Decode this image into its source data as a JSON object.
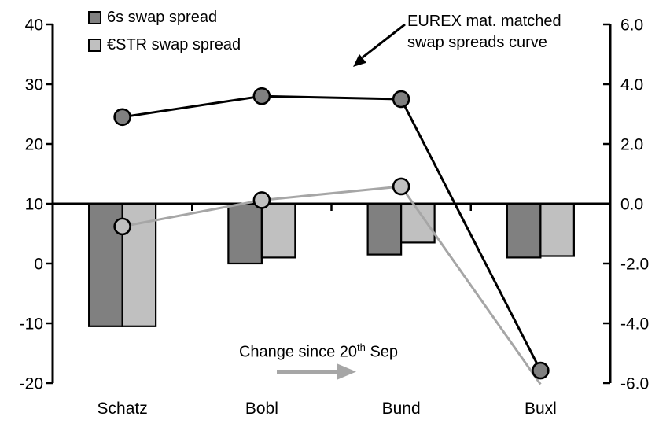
{
  "chart_data": {
    "type": "combo-line-bar",
    "categories": [
      "Schatz",
      "Bobl",
      "Bund",
      "Buxl"
    ],
    "left_axis": {
      "ticks": [
        "40",
        "30",
        "20",
        "10",
        "0",
        "-10",
        "-20"
      ],
      "min": -20,
      "max": 40
    },
    "right_axis": {
      "ticks": [
        "6.0",
        "4.0",
        "2.0",
        "0.0",
        "-2.0",
        "-4.0",
        "-6.0"
      ],
      "min": -6.0,
      "max": 6.0
    },
    "line_series": [
      {
        "name": "6s swap spread curve (left axis)",
        "color": "#000000",
        "marker_fill": "#808080",
        "values": [
          24.5,
          28.0,
          27.5,
          -17.9
        ]
      },
      {
        "name": "€STR swap spread curve (left axis)",
        "color": "#A6A6A6",
        "marker_fill": "#C0C0C0",
        "values": [
          6.2,
          10.6,
          12.9,
          -20.2
        ],
        "last_marker_hidden": true
      }
    ],
    "bar_series": [
      {
        "name": "6s swap spread change (right axis)",
        "color": "#808080",
        "values": [
          -4.1,
          -2.0,
          -1.7,
          -1.8
        ]
      },
      {
        "name": "€STR swap spread change (right axis)",
        "color": "#C0C0C0",
        "values": [
          -4.1,
          -1.8,
          -1.3,
          -1.75
        ]
      }
    ],
    "legend": [
      {
        "label": "6s swap spread",
        "color": "#808080"
      },
      {
        "label": "€STR swap spread",
        "color": "#C0C0C0"
      }
    ],
    "annotations": {
      "curve_line1": "EUREX mat. matched",
      "curve_line2": "swap spreads curve",
      "change_prefix": "Change since 20",
      "change_sup": "th",
      "change_suffix": " Sep"
    },
    "colors": {
      "bar_dark": "#808080",
      "bar_light": "#C0C0C0",
      "line_black": "#000000",
      "line_gray": "#A6A6A6",
      "arrow_gray": "#A6A6A6",
      "axis": "#000000"
    },
    "legend_position": "top-left",
    "grid": false
  }
}
